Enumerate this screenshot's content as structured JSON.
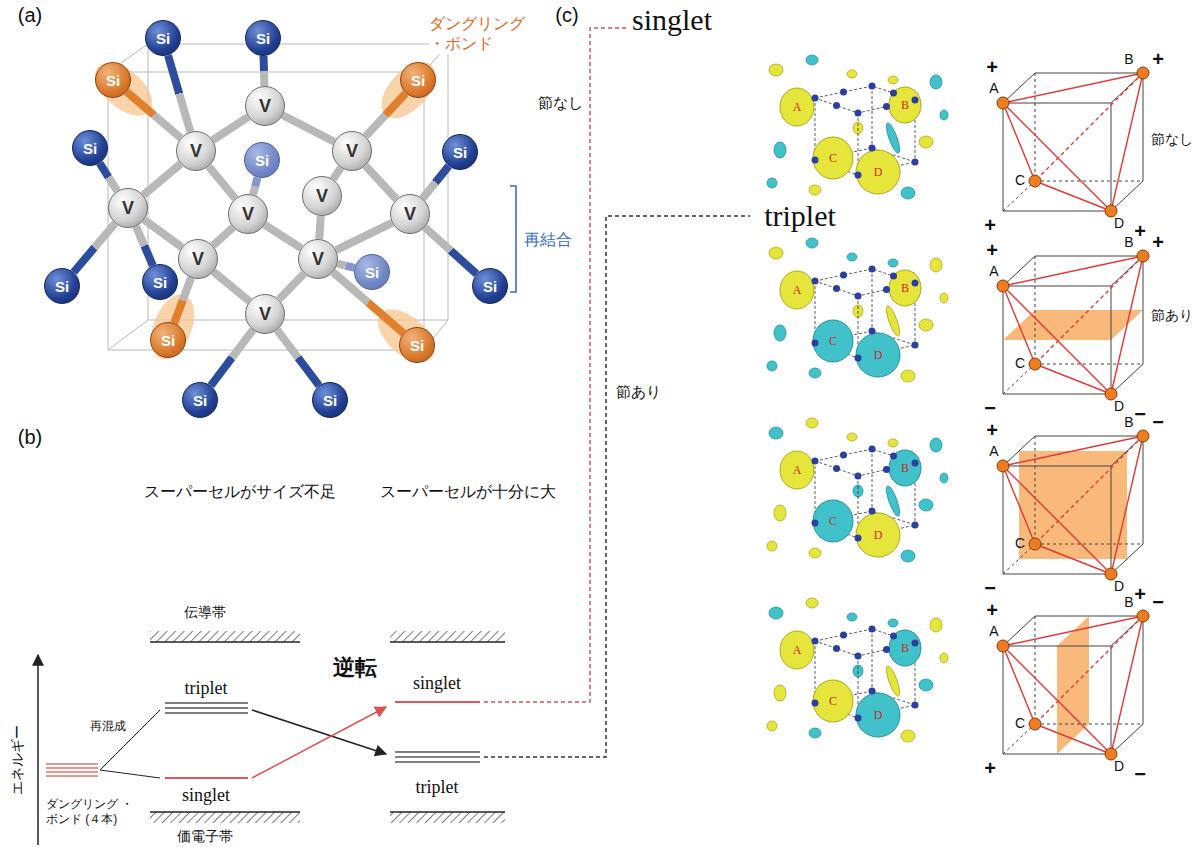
{
  "diagram": {
    "nodes": [
      {
        "text": [
          "Si"
        ]
      },
      {
        "text": [
          "Si"
        ]
      },
      {
        "text": [
          "Si"
        ]
      },
      {
        "text": [
          "Si"
        ]
      },
      {
        "text": [
          "V"
        ]
      },
      {
        "text": [
          "Si"
        ]
      },
      {
        "text": [
          "V"
        ]
      },
      {
        "text": [
          "V"
        ]
      },
      {
        "text": [
          "Si"
        ]
      },
      {
        "text": [
          "Si"
        ]
      },
      {
        "text": [
          "V"
        ]
      },
      {
        "text": [
          "V"
        ]
      },
      {
        "text": [
          "V"
        ]
      },
      {
        "text": [
          "V"
        ]
      },
      {
        "text": [
          "V"
        ]
      },
      {
        "text": [
          "V"
        ]
      },
      {
        "text": [
          "Si"
        ]
      },
      {
        "text": [
          "Si"
        ]
      },
      {
        "text": [
          "Si"
        ]
      },
      {
        "text": [
          "Si"
        ]
      },
      {
        "text": [
          "V"
        ]
      },
      {
        "text": [
          "Si"
        ]
      },
      {
        "text": [
          "Si"
        ]
      },
      {
        "text": [
          "Si"
        ]
      },
      {
        "text": [
          "Si"
        ]
      }
    ],
    "edges": [
      {
        "from": 0,
        "to": 6,
        "arrow": "none"
      },
      {
        "from": 1,
        "to": 4,
        "arrow": "none"
      },
      {
        "from": 2,
        "to": 6,
        "arrow": "none"
      },
      {
        "from": 3,
        "to": 7,
        "arrow": "none"
      },
      {
        "from": 4,
        "to": 6,
        "arrow": "none"
      },
      {
        "from": 4,
        "to": 7,
        "arrow": "none"
      },
      {
        "from": 5,
        "to": 11,
        "arrow": "none"
      },
      {
        "from": 6,
        "to": 11,
        "arrow": "none"
      },
      {
        "from": 6,
        "to": 12,
        "arrow": "none"
      },
      {
        "from": 7,
        "to": 10,
        "arrow": "none"
      },
      {
        "from": 7,
        "to": 13,
        "arrow": "none"
      },
      {
        "from": 8,
        "to": 12,
        "arrow": "none"
      },
      {
        "from": 9,
        "to": 13,
        "arrow": "none"
      },
      {
        "from": 10,
        "to": 15,
        "arrow": "none"
      },
      {
        "from": 11,
        "to": 14,
        "arrow": "none"
      },
      {
        "from": 12,
        "to": 14,
        "arrow": "none"
      },
      {
        "from": 12,
        "to": 15,
        "arrow": "none"
      },
      {
        "from": 13,
        "to": 15,
        "arrow": "none"
      },
      {
        "from": 14,
        "to": 20,
        "arrow": "none"
      },
      {
        "from": 15,
        "to": 20,
        "arrow": "none"
      },
      {
        "from": 16,
        "to": 15,
        "arrow": "none"
      },
      {
        "from": 17,
        "to": 11,
        "arrow": "none"
      },
      {
        "from": 18,
        "to": 11,
        "arrow": "none"
      },
      {
        "from": 19,
        "to": 13,
        "arrow": "none"
      },
      {
        "from": 21,
        "to": 14,
        "arrow": "none"
      },
      {
        "from": 22,
        "to": 15,
        "arrow": "none"
      },
      {
        "from": 23,
        "to": 20,
        "arrow": "none"
      },
      {
        "from": 24,
        "to": 20,
        "arrow": "none"
      }
    ],
    "labels": [
      "(a)",
      "ダングリング ・ボンド",
      "再結合",
      "(b)",
      "スーパーセルがサイズ不足",
      "スーパーセルが十分に大",
      "エネルギー",
      "再混成",
      "ダングリング ・ボンド (４本)",
      "伝導帯",
      "triplet",
      "singlet",
      "価電子帯",
      "逆転",
      "singlet",
      "triplet",
      "(c)",
      "singlet",
      "節なし",
      "triplet",
      "節あり",
      "A",
      "B",
      "C",
      "D",
      "A",
      "B",
      "C",
      "D",
      "A",
      "B",
      "C",
      "D",
      "A",
      "B",
      "C",
      "D",
      "A",
      "B",
      "C",
      "D",
      "+",
      "+",
      "+",
      "+",
      "節なし",
      "A",
      "B",
      "C",
      "D",
      "+",
      "+",
      "−",
      "−",
      "節あり",
      "A",
      "B",
      "C",
      "D",
      "+",
      "−",
      "−",
      "+",
      "A",
      "B",
      "C",
      "D",
      "+",
      "−",
      "+",
      "−"
    ]
  }
}
